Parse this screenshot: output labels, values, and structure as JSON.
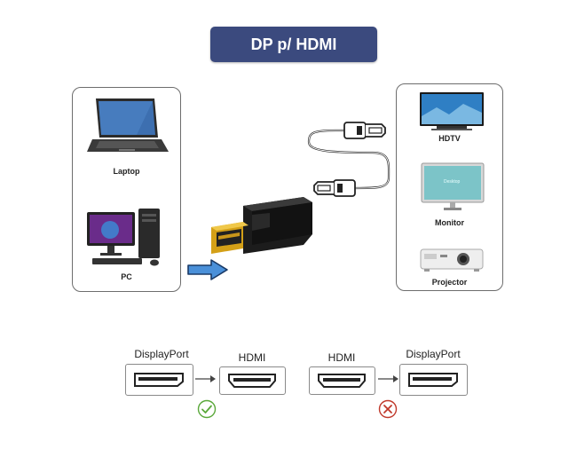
{
  "title": "DP p/ HDMI",
  "sources": [
    {
      "label": "Laptop",
      "icon": "laptop-icon"
    },
    {
      "label": "PC",
      "icon": "desktop-pc-icon"
    }
  ],
  "displays": [
    {
      "label": "HDTV",
      "icon": "tv-icon"
    },
    {
      "label": "Monitor",
      "icon": "monitor-icon",
      "screen_text": "Desktop"
    },
    {
      "label": "Projector",
      "icon": "projector-icon"
    }
  ],
  "adapter": {
    "icon": "dp-to-hdmi-adapter-icon",
    "cable_icon": "hdmi-cable-icon",
    "arrow_icon": "arrow-right-icon"
  },
  "direction": [
    {
      "from": "DisplayPort",
      "to": "HDMI",
      "status": "supported",
      "status_icon": "check-circle-icon"
    },
    {
      "from": "HDMI",
      "to": "DisplayPort",
      "status": "not-supported",
      "status_icon": "cross-circle-icon"
    }
  ],
  "colors": {
    "title_bg": "#3b4a7e",
    "check": "#5aa83a",
    "cross": "#c0392b",
    "arrow": "#4a90d9",
    "dp_gold": "#d4a017"
  }
}
